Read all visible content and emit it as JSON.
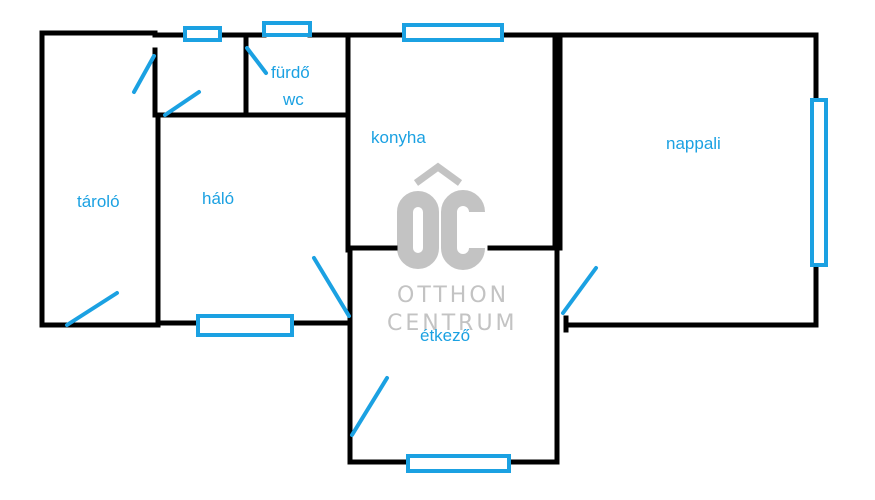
{
  "floor_plan": {
    "wall_color": "#000000",
    "accent_color": "#1ba1e2",
    "rooms": [
      {
        "id": "storage",
        "label": "tároló"
      },
      {
        "id": "bathroom",
        "label": "fürdő"
      },
      {
        "id": "wc",
        "label": "wc"
      },
      {
        "id": "bedroom",
        "label": "háló"
      },
      {
        "id": "kitchen",
        "label": "konyha"
      },
      {
        "id": "living",
        "label": "nappali"
      },
      {
        "id": "dining",
        "label": "étkező"
      }
    ]
  },
  "watermark": {
    "logo_letters": "OC",
    "line1": "OTTHON",
    "line2": "CENTRUM",
    "color": "#c3c3c3"
  }
}
